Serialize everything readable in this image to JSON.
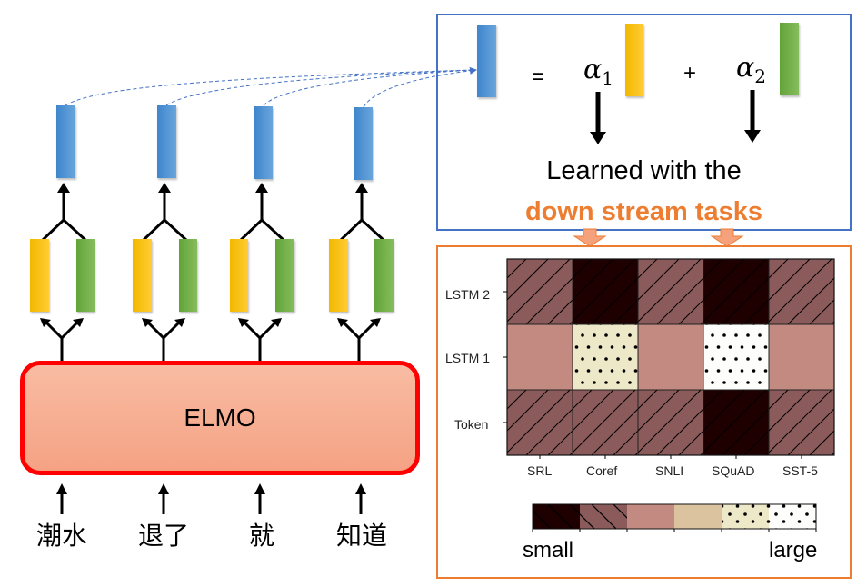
{
  "model_label": "ELMO",
  "input_words": [
    "潮水",
    "退了",
    "就",
    "知道"
  ],
  "colors": {
    "combined_vector": "#5b9bd5",
    "forward_vector": "#ffc000",
    "backward_vector": "#70ad47",
    "elmo_border": "#ff0000",
    "elmo_fill": "#f7b094",
    "formula_box_border": "#4472c4",
    "heatmap_box_border": "#ed7d31",
    "highlight_text": "#ed7d31"
  },
  "formula": {
    "equals": "=",
    "plus": "+",
    "alpha1": "α",
    "alpha1_sub": "1",
    "alpha2": "α",
    "alpha2_sub": "2",
    "caption_line1": "Learned with the",
    "caption_line2": "down stream tasks"
  },
  "chart_data": {
    "type": "heatmap",
    "title": "",
    "rows": [
      "LSTM 2",
      "LSTM 1",
      "Token"
    ],
    "columns": [
      "SRL",
      "Coref",
      "SNLI",
      "SQuAD",
      "SST-5"
    ],
    "scale_levels": [
      "darkest",
      "dark-hatched",
      "mid",
      "tan",
      "light-dotted",
      "white-dotted"
    ],
    "values_level_index": [
      [
        1,
        0,
        1,
        0,
        1
      ],
      [
        2,
        4,
        2,
        5,
        2
      ],
      [
        1,
        1,
        1,
        0,
        1
      ]
    ],
    "colorbar": {
      "colors": [
        "#1e0000",
        "#8b5a5a",
        "#c28a80",
        "#dcc3a0",
        "#ede8c8",
        "#fdfdfb"
      ],
      "patterns": [
        "hatch",
        "hatch",
        "none",
        "none",
        "dots",
        "dots"
      ],
      "min_label": "small",
      "max_label": "large"
    },
    "grid": true
  }
}
